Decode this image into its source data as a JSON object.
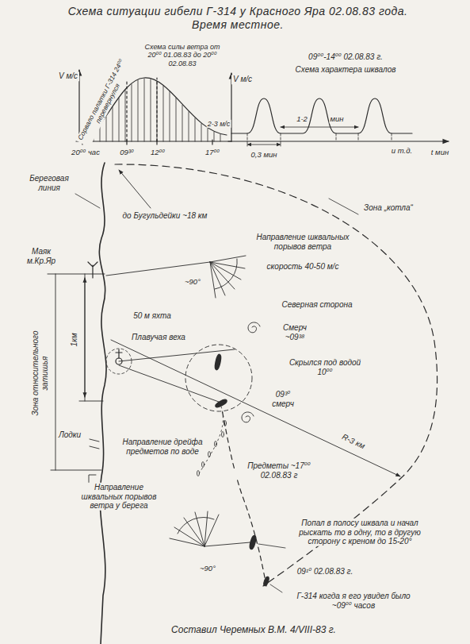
{
  "diagram": {
    "title": "Схема ситуации гибели Г-314 у Красного Яра 02.08.83 года. Время местное.",
    "labels": [
      "V м/с",
      "Сорвало палатки Г-314 24⁰⁰ перевернулся",
      "Схема силы ветра от 20⁰⁰ 01.08.83 до 20⁰⁰ 02.08.83",
      "20⁰⁰ час",
      "09³⁰",
      "12⁰⁰",
      "17⁰⁰",
      "2-3 м/с",
      "V м/с",
      "09⁰⁰-14⁰⁰ 02.08.83 г.",
      "Схема характера шквалов",
      "1-2",
      "мин",
      "0,3 мин",
      "и т.д.",
      "t мин",
      "Береговая линия",
      "до Бугульдейки ~18 км",
      "Зона „котла“",
      "Маяк м.Кр.Яр",
      "~90°",
      "Направление шквальных порывов ветра",
      "скорость 40-50 м/с",
      "Зона относительного затишья",
      "1км",
      "50 м яхта",
      "Плавучая веха",
      "Северная сторона",
      "Смерч ~09³⁸",
      "Скрылся под водой 10⁰⁰",
      "09³⁰ смерч",
      "Лодки",
      "Направление дрейфа предметов по воде",
      "R-3 км",
      "Предметы ~17⁰⁰ 02.08.83 г",
      "Направление шквальных порывов ветра у берега",
      "~90°",
      "Попал в полосу шквала и начал рыскать то в одну, то в другую сторону с креном до 15-20°",
      "09¹⁰ 02.08.83 г.",
      "Г-314 когда я его увидел было ~09⁰⁰ часов",
      "Составил Черемных В.М. 4/VIII-83 г."
    ]
  }
}
